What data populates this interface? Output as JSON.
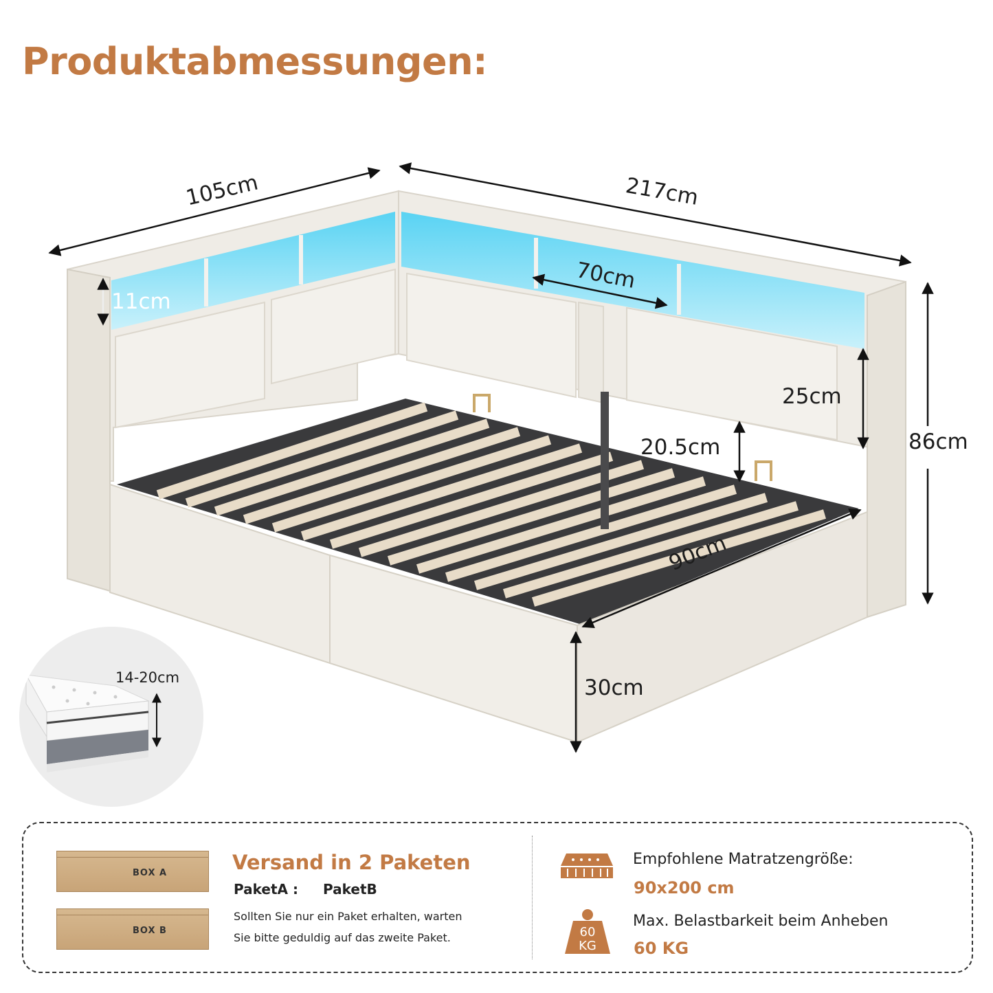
{
  "title": "Produktabmessungen:",
  "dimensions": {
    "d105": "105cm",
    "d217": "217cm",
    "d70": "70cm",
    "d11": "11cm",
    "d25": "25cm",
    "d86": "86cm",
    "d205": "20.5cm",
    "d90": "90cm",
    "d30": "30cm",
    "mattress": "14-20cm"
  },
  "shipping": {
    "title": "Versand in 2 Paketen",
    "box_a": "BOX  A",
    "box_b": "BOX  B",
    "paket_a": "PaketA :",
    "paket_b": "PaketB",
    "note_line1": "Sollten Sie nur ein Paket erhalten, warten",
    "note_line2": "Sie bitte geduldig auf das zweite Paket."
  },
  "specs": {
    "mattress_label": "Empfohlene Matratzengröße:",
    "mattress_value": "90x200 cm",
    "load_label": "Max. Belastbarkeit beim Anheben",
    "load_value": "60 KG",
    "weight_icon_top": "60",
    "weight_icon_bottom": "KG"
  },
  "icons": [
    "mattress-icon",
    "weight-icon",
    "box-icon"
  ],
  "colors": {
    "accent": "#c27a44",
    "led": "#5fd6f5",
    "frame": "#efece6"
  }
}
